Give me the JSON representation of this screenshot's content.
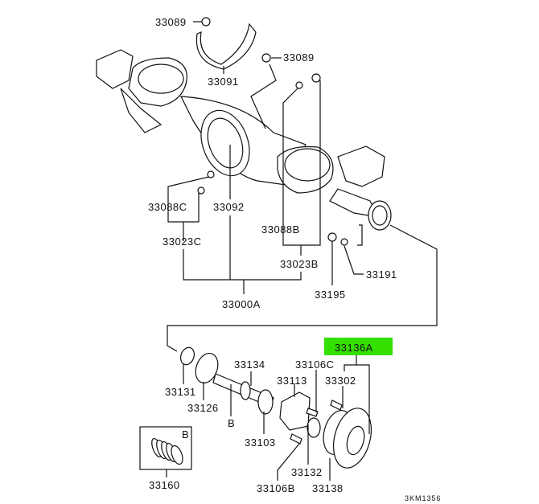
{
  "diagram": {
    "labels": {
      "p33089_top": "33089",
      "p33091": "33091",
      "p33089_mid": "33089",
      "p33088C": "33088C",
      "p33092": "33092",
      "p33088B": "33088B",
      "p33023C": "33023C",
      "p33023B": "33023B",
      "p33000A": "33000A",
      "p33195": "33195",
      "p33191": "33191",
      "p33136A": "33136A",
      "p33131": "33131",
      "p33126": "33126",
      "p33134": "33134",
      "p33113": "33113",
      "p33106C": "33106C",
      "p33302": "33302",
      "p33103": "33103",
      "p33132": "33132",
      "p33106B": "33106B",
      "p33138": "33138",
      "p33160": "33160",
      "ref_b_shaft": "B",
      "ref_b_box": "B"
    },
    "diagram_code": "3KM1356",
    "highlight": {
      "part": "33136A",
      "color": "#33e000"
    }
  }
}
